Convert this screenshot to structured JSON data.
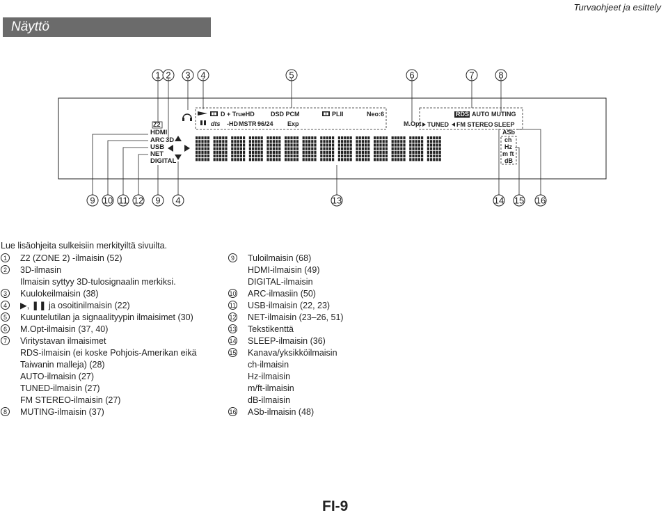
{
  "header": {
    "title": "Turvaohjeet ja esittely"
  },
  "section": {
    "title": "Näyttö"
  },
  "callouts_top": [
    "1",
    "2",
    "3",
    "4",
    "5",
    "6",
    "7",
    "8"
  ],
  "callouts_bottom": [
    "9",
    "10",
    "11",
    "12",
    "9",
    "4",
    "13",
    "14",
    "15",
    "16"
  ],
  "display": {
    "z2": "Z2",
    "inputs": [
      "HDMI",
      "ARC",
      "USB",
      "NET",
      "DIGITAL"
    ],
    "label_3d": "3D",
    "signal_row1": [
      "D + TrueHD",
      "DSD PCM",
      "PLII",
      "Neo:6"
    ],
    "signal_row2": [
      "dts",
      "-HD",
      "MSTR",
      "96/24",
      "Exp"
    ],
    "mopt": "M.Opt",
    "tuner_row1": [
      "RDS",
      "AUTO",
      "MUTING"
    ],
    "tuner_row2": [
      "TUNED",
      "FM STEREO",
      "SLEEP"
    ],
    "unit_labels": [
      "ASb",
      "ch",
      "Hz",
      "m ft",
      "dB"
    ]
  },
  "intro": "Lue lisäohjeita sulkeisiin merkityiltä sivuilta.",
  "items_left": [
    {
      "num": "1",
      "text": "Z2 (ZONE 2) -ilmaisin (52)"
    },
    {
      "num": "2",
      "text": "3D-ilmasin"
    },
    {
      "num": "",
      "text": "Ilmaisin syttyy 3D-tulosignaalin merkiksi."
    },
    {
      "num": "3",
      "text": "Kuulokeilmaisin (38)"
    },
    {
      "num": "4",
      "text": "▶, ❚❚ ja osoitinilmaisin (22)"
    },
    {
      "num": "5",
      "text": "Kuuntelutilan ja signaalityypin ilmaisimet (30)"
    },
    {
      "num": "6",
      "text": "M.Opt-ilmaisin (37, 40)"
    },
    {
      "num": "7",
      "text": "Viritystavan ilmaisimet"
    },
    {
      "num": "",
      "text": "RDS-ilmaisin (ei koske Pohjois-Amerikan eikä"
    },
    {
      "num": "",
      "text": "Taiwanin malleja) (28)"
    },
    {
      "num": "",
      "text": "AUTO-ilmaisin (27)"
    },
    {
      "num": "",
      "text": "TUNED-ilmaisin (27)"
    },
    {
      "num": "",
      "text": "FM STEREO-ilmaisin (27)"
    },
    {
      "num": "8",
      "text": "MUTING-ilmaisin (37)"
    }
  ],
  "items_right": [
    {
      "num": "9",
      "text": "Tuloilmaisin (68)"
    },
    {
      "num": "",
      "text": "HDMI-ilmaisin (49)"
    },
    {
      "num": "",
      "text": "DIGITAL-ilmaisin"
    },
    {
      "num": "10",
      "text": "ARC-ilmasiin (50)"
    },
    {
      "num": "11",
      "text": "USB-ilmaisin (22, 23)"
    },
    {
      "num": "12",
      "text": "NET-ilmaisin (23–26, 51)"
    },
    {
      "num": "13",
      "text": "Tekstikenttä"
    },
    {
      "num": "14",
      "text": "SLEEP-ilmaisin (36)"
    },
    {
      "num": "15",
      "text": "Kanava/yksikköilmaisin"
    },
    {
      "num": "",
      "text": "ch-ilmaisin"
    },
    {
      "num": "",
      "text": "Hz-ilmaisin"
    },
    {
      "num": "",
      "text": "m/ft-ilmaisin"
    },
    {
      "num": "",
      "text": "dB-ilmaisin"
    },
    {
      "num": "16",
      "text": "ASb-ilmaisin (48)"
    }
  ],
  "footer": {
    "page": "FI-9"
  }
}
